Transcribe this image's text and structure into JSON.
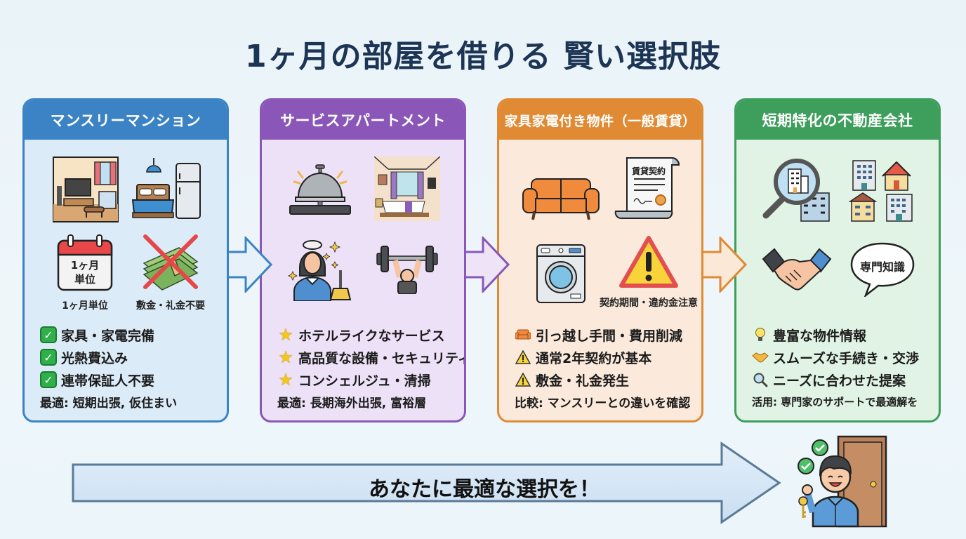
{
  "title": "1ヶ月の部屋を借りる 賢い選択肢",
  "cards": [
    {
      "header": "マンスリーマンション",
      "accent": "#3b83c4",
      "icons": [
        "living-room-icon",
        "bedroom-fridge-icon",
        "calendar-icon",
        "no-money-icon"
      ],
      "calendar_text": [
        "1ヶ月",
        "単位"
      ],
      "captions": [
        "1ヶ月単位",
        "敷金・礼金不要"
      ],
      "bullets": [
        {
          "icon": "check-icon",
          "text": "家具・家電完備"
        },
        {
          "icon": "check-icon",
          "text": "光熱費込み"
        },
        {
          "icon": "check-icon",
          "text": "連帯保証人不要"
        }
      ],
      "note": "最適: 短期出張, 仮住まい"
    },
    {
      "header": "サービスアパートメント",
      "accent": "#8a56b8",
      "icons": [
        "service-bell-icon",
        "hotel-room-icon",
        "housekeeper-icon",
        "gym-icon"
      ],
      "bullets": [
        {
          "icon": "star-icon",
          "text": "ホテルライクなサービス"
        },
        {
          "icon": "star-icon",
          "text": "高品質な設備・セキュリティ"
        },
        {
          "icon": "star-icon",
          "text": "コンシェルジュ・清掃"
        }
      ],
      "note": "最適: 長期海外出張, 富裕層"
    },
    {
      "header": "家具家電付き物件（一般賃貸）",
      "accent": "#e08a34",
      "icons": [
        "sofa-icon",
        "contract-icon",
        "washing-machine-icon",
        "warning-icon"
      ],
      "contract_text": "賃貸契約",
      "captions": [
        "契約期間・違約金注意"
      ],
      "bullets": [
        {
          "icon": "sofa-icon",
          "text": "引っ越し手間・費用削減"
        },
        {
          "icon": "warning-icon",
          "text": "通常2年契約が基本"
        },
        {
          "icon": "warning-icon",
          "text": "敷金・礼金発生"
        }
      ],
      "note": "比較: マンスリーとの違いを確認"
    },
    {
      "header": "短期特化の不動産会社",
      "accent": "#3e9e5c",
      "icons": [
        "magnifier-buildings-icon",
        "properties-icon",
        "handshake-icon",
        "speech-bubble-icon"
      ],
      "bubble_text": "専門知識",
      "bullets": [
        {
          "icon": "lightbulb-icon",
          "text": "豊富な物件情報"
        },
        {
          "icon": "handshake-icon",
          "text": "スムーズな手続き・交渉"
        },
        {
          "icon": "search-icon",
          "text": "ニーズに合わせた提案"
        }
      ],
      "note": "活用: 専門家のサポートで最適解を"
    }
  ],
  "footer": {
    "message": "あなたに最適な選択を！",
    "figure": "happy-person-with-key-icon"
  }
}
